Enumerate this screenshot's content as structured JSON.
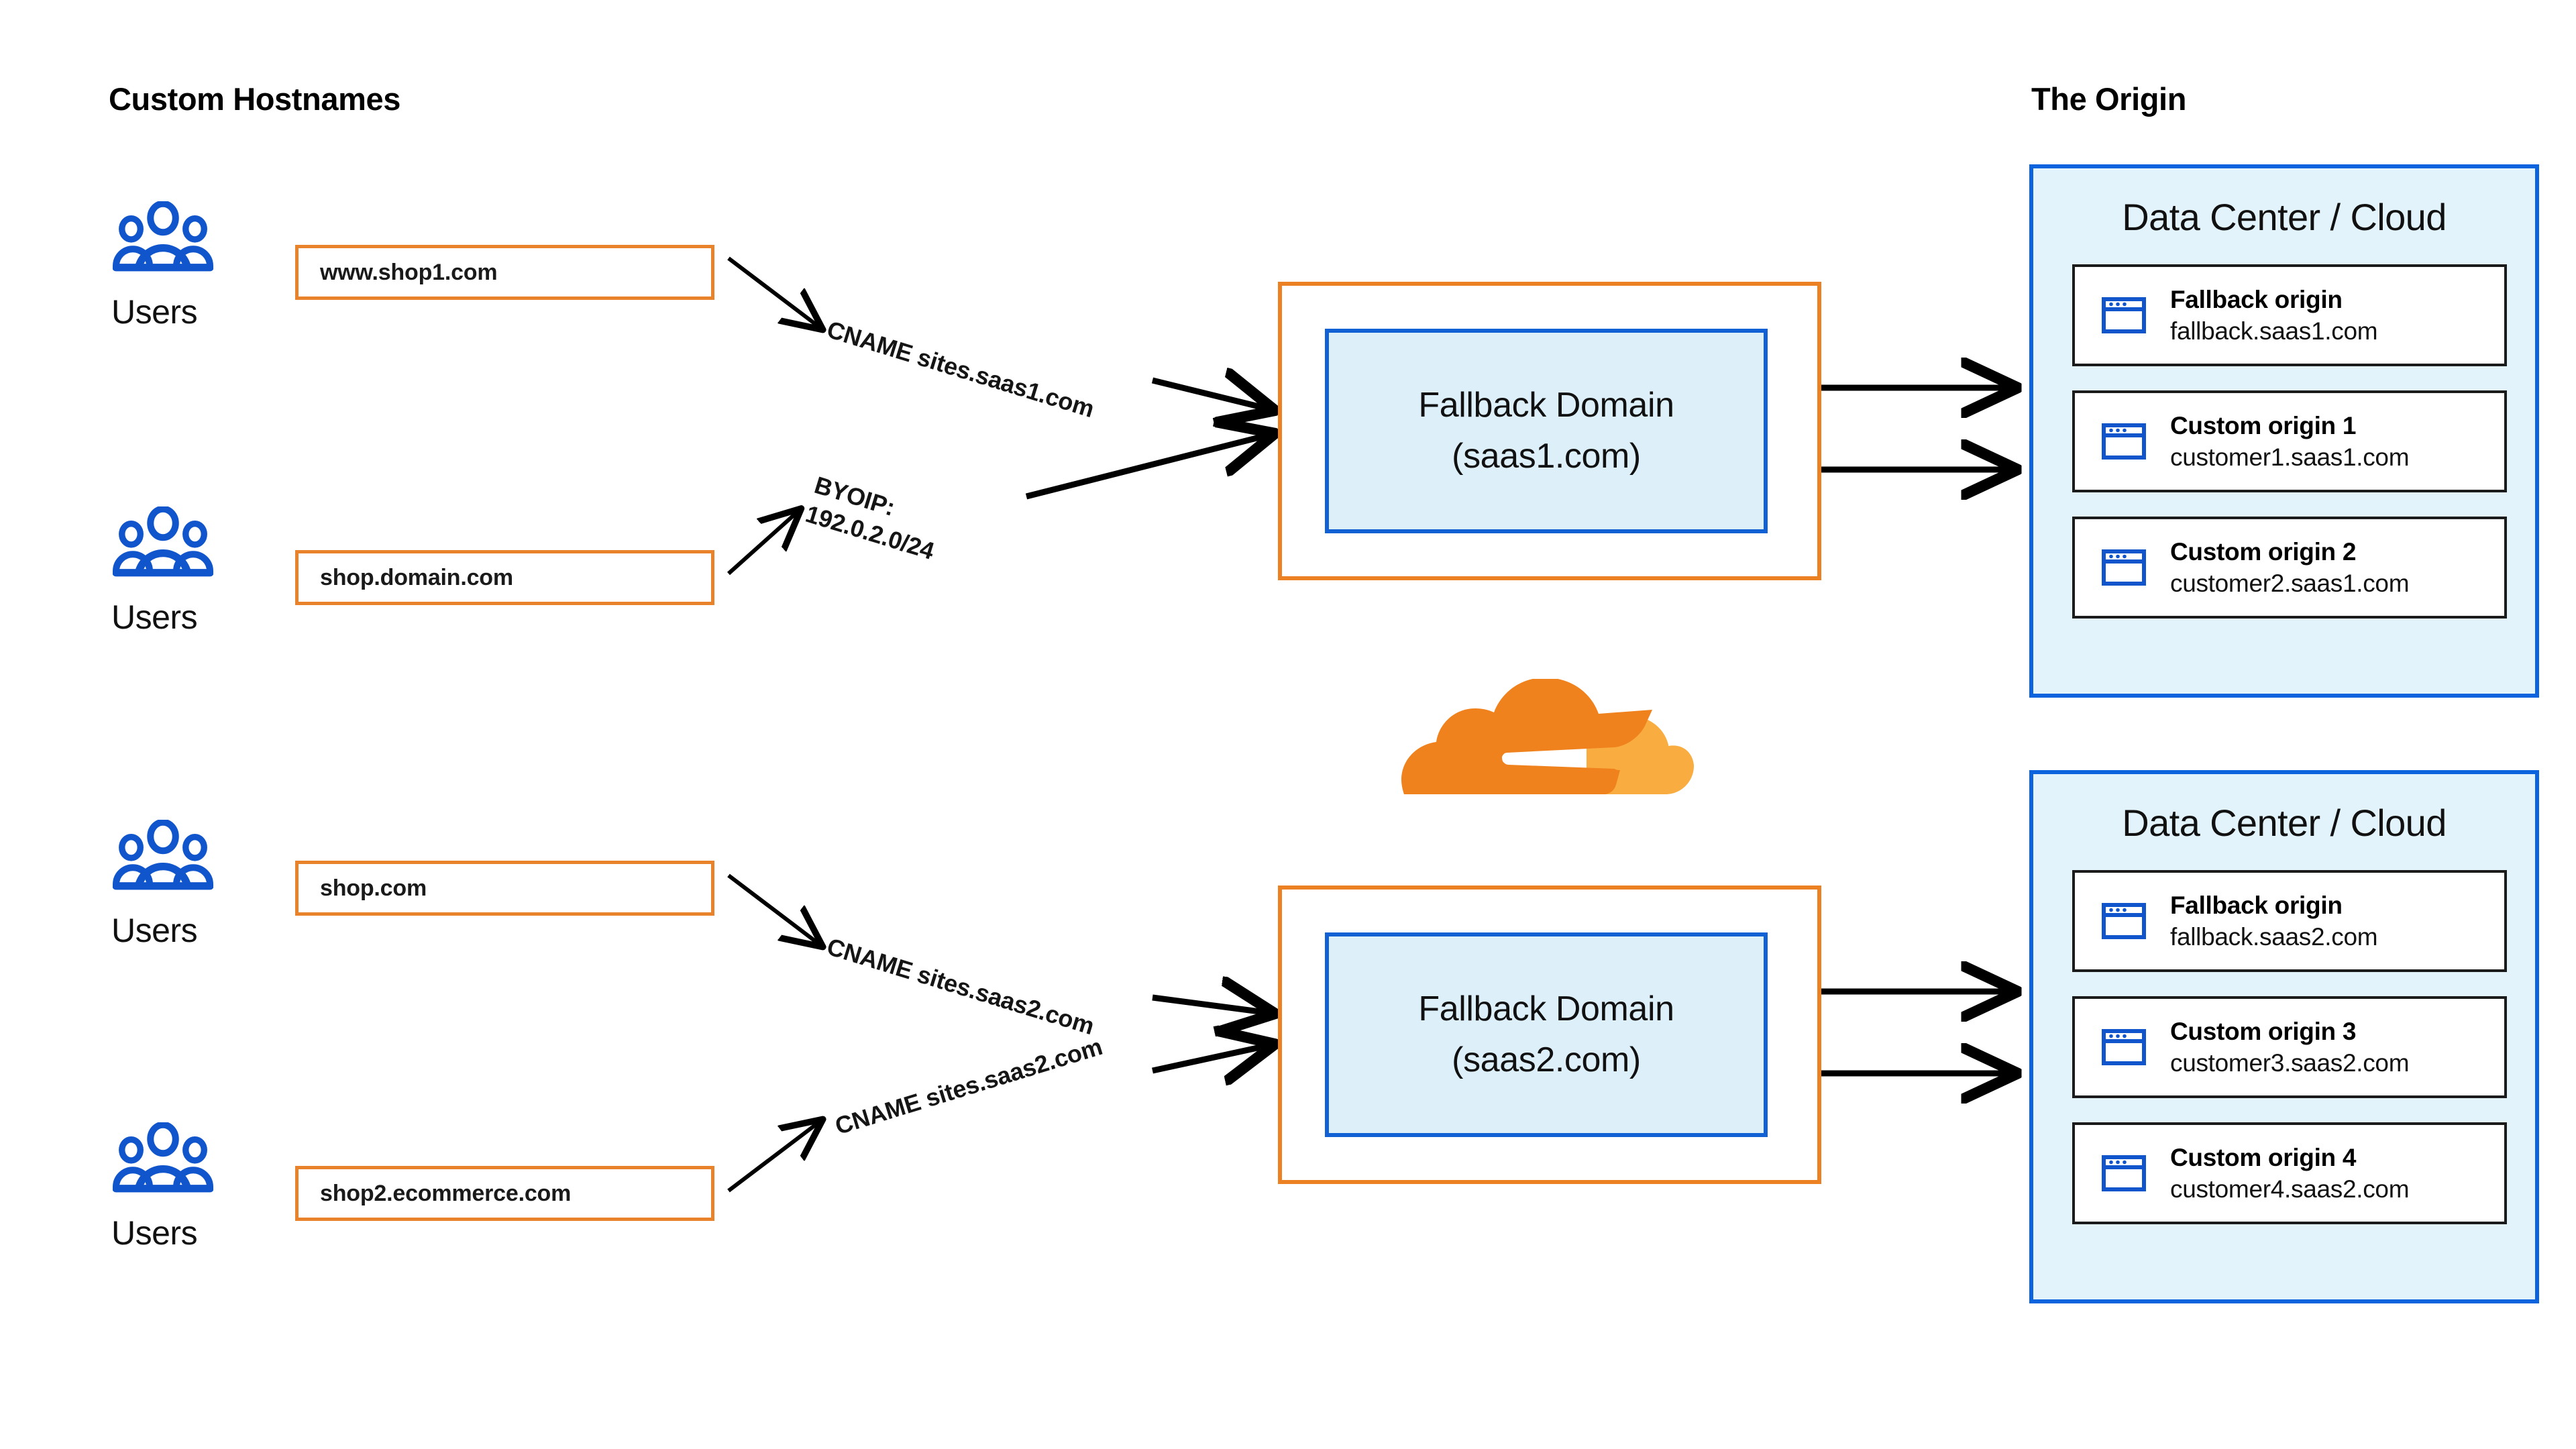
{
  "titles": {
    "left": "Custom Hostnames",
    "right": "The Origin"
  },
  "users": [
    {
      "label": "Users",
      "icon": "users-icon"
    },
    {
      "label": "Users",
      "icon": "users-icon"
    },
    {
      "label": "Users",
      "icon": "users-icon"
    },
    {
      "label": "Users",
      "icon": "users-icon"
    }
  ],
  "hostnames": [
    {
      "value": "www.shop1.com"
    },
    {
      "value": "shop.domain.com"
    },
    {
      "value": "shop.com"
    },
    {
      "value": "shop2.ecommerce.com"
    }
  ],
  "edge_labels": [
    {
      "text": "CNAME sites.saas1.com"
    },
    {
      "text_line1": "BYOIP:",
      "text_line2": "192.0.2.0/24"
    },
    {
      "text": "CNAME sites.saas2.com"
    },
    {
      "text": "CNAME sites.saas2.com"
    }
  ],
  "fallback_domains": [
    {
      "line1": "Fallback Domain",
      "line2": "(saas1.com)"
    },
    {
      "line1": "Fallback Domain",
      "line2": "(saas2.com)"
    }
  ],
  "data_centers": [
    {
      "title": "Data Center / Cloud",
      "origins": [
        {
          "icon": "browser-window-icon",
          "name": "Fallback origin",
          "host": "fallback.saas1.com"
        },
        {
          "icon": "browser-window-icon",
          "name": "Custom origin 1",
          "host": "customer1.saas1.com"
        },
        {
          "icon": "browser-window-icon",
          "name": "Custom origin 2",
          "host": "customer2.saas1.com"
        }
      ]
    },
    {
      "title": "Data Center / Cloud",
      "origins": [
        {
          "icon": "browser-window-icon",
          "name": "Fallback origin",
          "host": "fallback.saas2.com"
        },
        {
          "icon": "browser-window-icon",
          "name": "Custom origin 3",
          "host": "customer3.saas2.com"
        },
        {
          "icon": "browser-window-icon",
          "name": "Custom origin 4",
          "host": "customer4.saas2.com"
        }
      ]
    }
  ],
  "logo": {
    "name": "cloudflare-logo"
  },
  "colors": {
    "accent_orange": "#ec8124",
    "accent_blue": "#0b63de",
    "panel_blue_fill": "#e2f3fb",
    "inner_blue_fill": "#ddf0fa",
    "icon_blue": "#1055cc",
    "logo_orange_dark": "#f0821e",
    "logo_orange_light": "#f9ad41",
    "text": "#111111"
  }
}
